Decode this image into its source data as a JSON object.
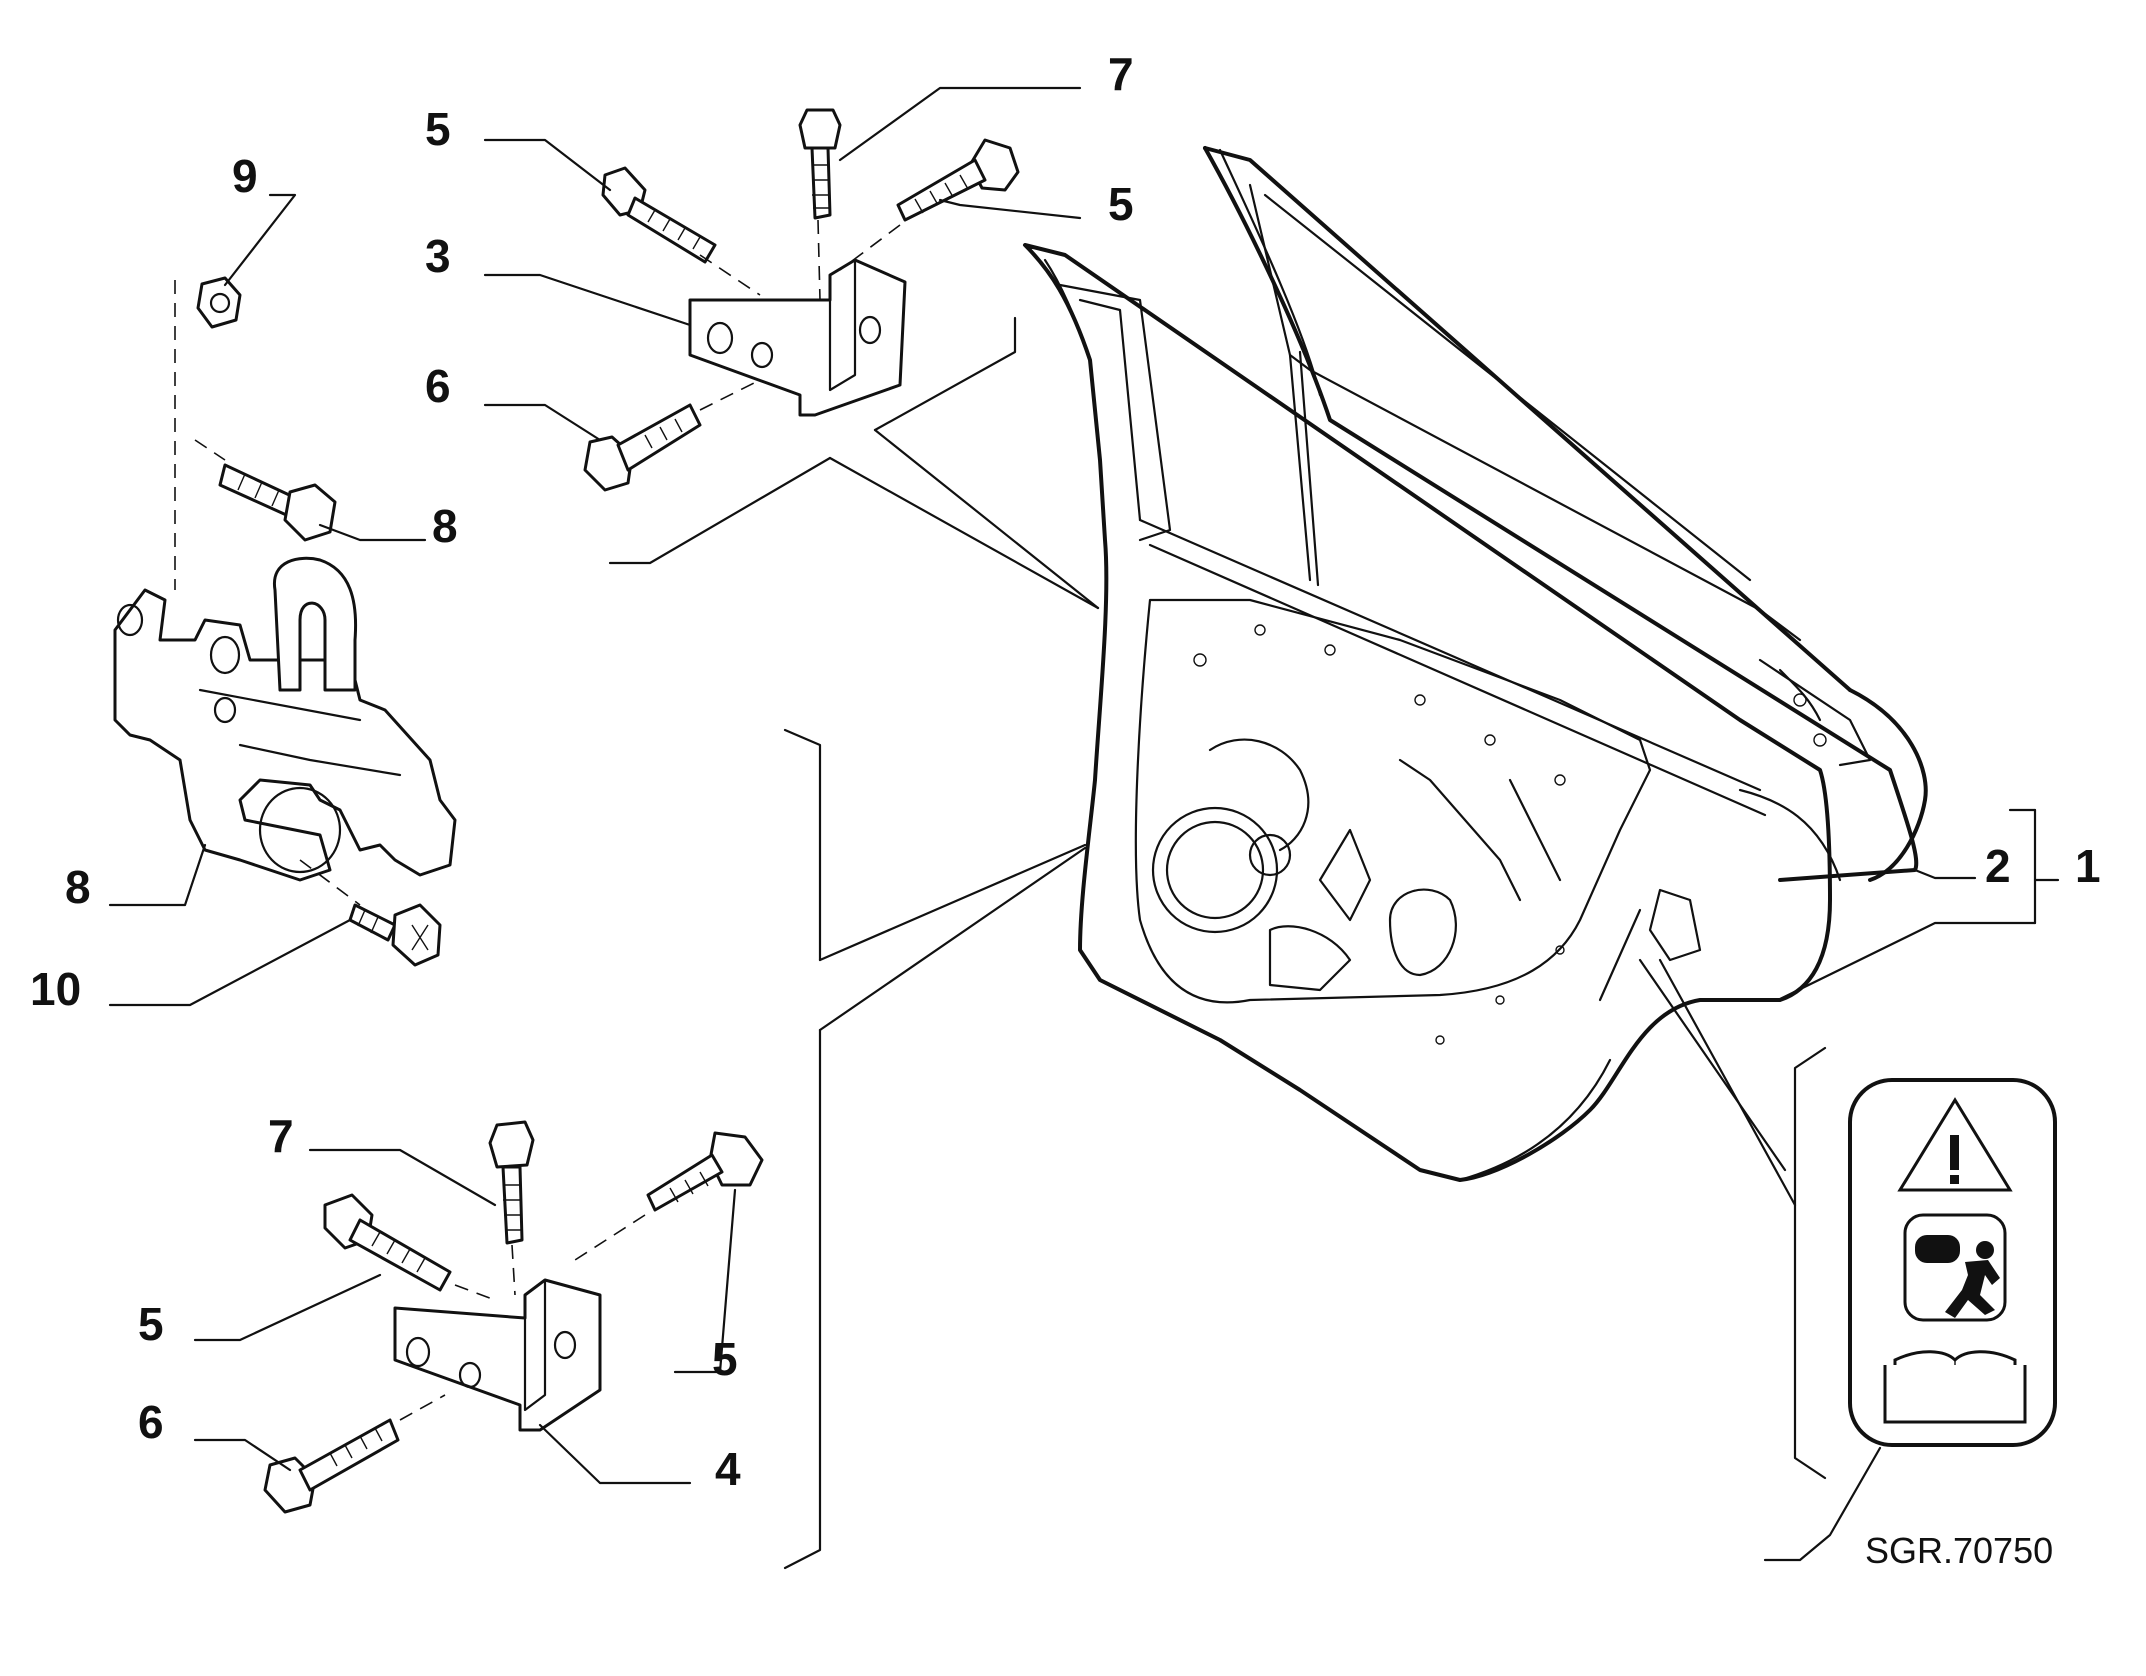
{
  "callouts": {
    "c1": "1",
    "c2": "2",
    "c3": "3",
    "c4": "4",
    "c5": "5",
    "c6": "6",
    "c7": "7",
    "c8": "8",
    "c9": "9",
    "c10": "10"
  },
  "reference_code": "SGR.70750",
  "safety_icons": [
    "warning-triangle-icon",
    "airbag-warning-icon",
    "manual-book-icon"
  ]
}
